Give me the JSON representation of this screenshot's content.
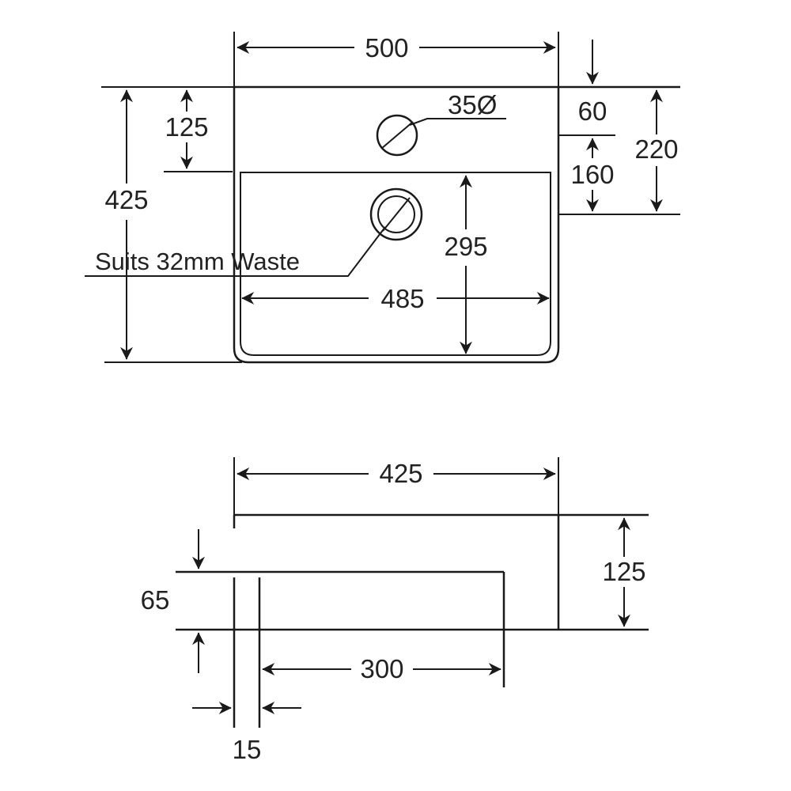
{
  "top_view": {
    "width": "500",
    "depth": "425",
    "tap_hole_diameter": "35Ø",
    "tap_hole_to_bowl": "125",
    "tap_offset_top": "60",
    "waste_offset": "160",
    "rear_to_waste": "220",
    "bowl_width": "485",
    "bowl_depth": "295",
    "waste_note": "Suits 32mm Waste"
  },
  "side_view": {
    "depth": "425",
    "height": "125",
    "bowl_height": "65",
    "bowl_length": "300",
    "wall_thickness": "15"
  },
  "colors": {
    "line": "#1a1a1a",
    "text": "#222222",
    "background": "#ffffff"
  }
}
